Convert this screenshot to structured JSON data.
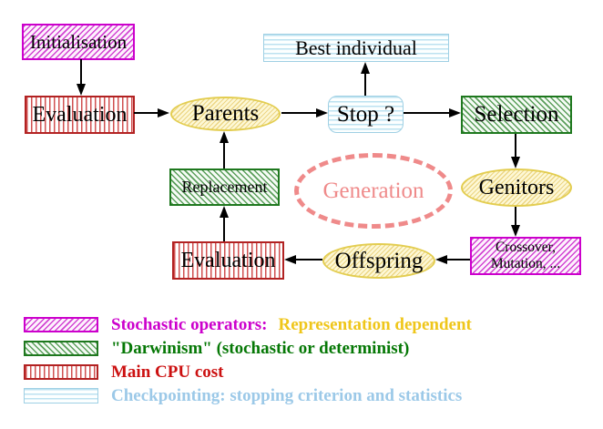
{
  "nodes": {
    "initialisation": "Initialisation",
    "evaluation_top": "Evaluation",
    "parents": "Parents",
    "best_individual": "Best individual",
    "stop": "Stop ?",
    "selection": "Selection",
    "replacement": "Replacement",
    "generation": "Generation",
    "genitors": "Genitors",
    "evaluation_bottom": "Evaluation",
    "offspring": "Offspring",
    "crossover_line1": "Crossover,",
    "crossover_line2": "Mutation, ..."
  },
  "edges": [
    {
      "from": "initialisation",
      "to": "evaluation_top"
    },
    {
      "from": "evaluation_top",
      "to": "parents"
    },
    {
      "from": "parents",
      "to": "stop"
    },
    {
      "from": "stop",
      "to": "best_individual"
    },
    {
      "from": "stop",
      "to": "selection"
    },
    {
      "from": "selection",
      "to": "genitors"
    },
    {
      "from": "genitors",
      "to": "crossover"
    },
    {
      "from": "crossover",
      "to": "offspring"
    },
    {
      "from": "offspring",
      "to": "evaluation_bottom"
    },
    {
      "from": "evaluation_bottom",
      "to": "replacement"
    },
    {
      "from": "replacement",
      "to": "parents"
    }
  ],
  "legend": {
    "stochastic_operators": "Stochastic operators:",
    "representation_dependent": "Representation dependent",
    "darwinism": "\"Darwinism\" (stochastic or determinist)",
    "main_cpu_cost": "Main CPU cost",
    "checkpointing": "Checkpointing: stopping criterion and statistics"
  },
  "colors": {
    "magenta_border": "#cc00cc",
    "green_border": "#1e781e",
    "red_border": "#b22222",
    "cyan_border": "#9fd0e4",
    "yellow_border": "#e3cd50",
    "generation_dashed": "#ef8a8a",
    "legend_magenta_text": "#cc00cc",
    "legend_gold_text": "#efc61a",
    "legend_green_text": "#067806",
    "legend_red_text": "#cc1111",
    "legend_cyan_text": "#9cc9e8"
  }
}
